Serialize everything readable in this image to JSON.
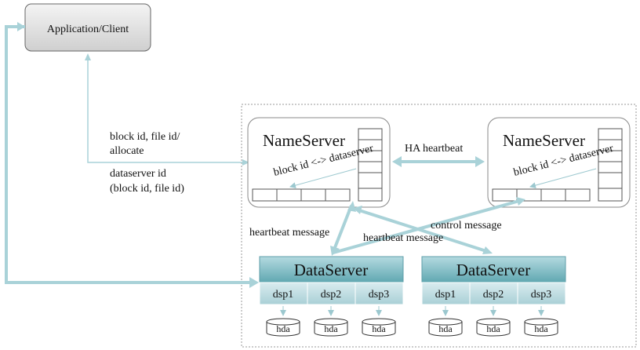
{
  "client": {
    "label": "Application/Client"
  },
  "labels": {
    "req_line1": "block id, file id/",
    "req_line2": "allocate",
    "resp_line1": "dataserver id",
    "resp_line2": "(block id, file id)",
    "ha_heartbeat": "HA heartbeat",
    "heartbeat_left": "heartbeat  message",
    "heartbeat_mid": "heartbeat  message",
    "control_message": "control message"
  },
  "nameservers": [
    {
      "title": "NameServer",
      "mapping": "block id <-> dataserver"
    },
    {
      "title": "NameServer",
      "mapping": "block id <-> dataserver"
    }
  ],
  "dataservers": [
    {
      "title": "DataServer",
      "dsps": [
        "dsp1",
        "dsp2",
        "dsp3"
      ],
      "disks": [
        "hda",
        "hda",
        "hda"
      ]
    },
    {
      "title": "DataServer",
      "dsps": [
        "dsp1",
        "dsp2",
        "dsp3"
      ],
      "disks": [
        "hda",
        "hda",
        "hda"
      ]
    }
  ],
  "colors": {
    "arrow": "#a9d2d8",
    "server_header": "#6aaeb8",
    "server_body": "#c5dfe4",
    "border": "#8a8a8a"
  }
}
